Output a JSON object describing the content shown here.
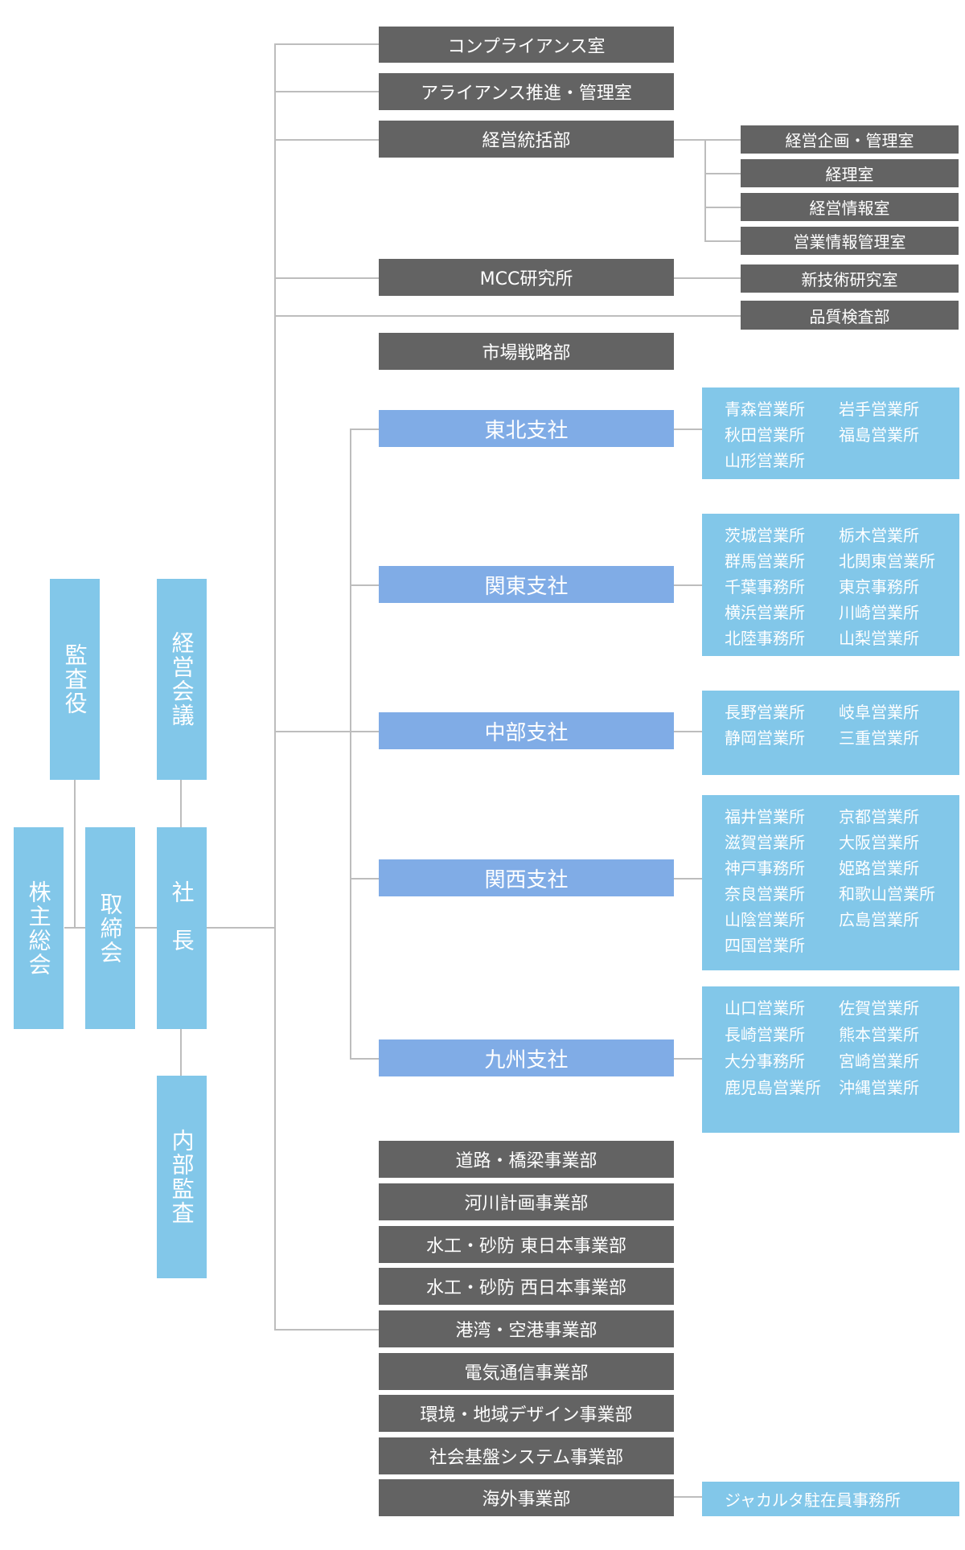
{
  "top_left": {
    "kansayaku": "監査役",
    "keiei_kaigi": "経営会議",
    "kabunushi": "株主総会",
    "torishimariyaku": "取締会",
    "shacho": "社長",
    "naibu_kansa": "内部監査"
  },
  "departments_top": [
    "コンプライアンス室",
    "アライアンス推進・管理室",
    "経営統括部",
    "MCC研究所",
    "市場戦略部"
  ],
  "keiei_sub": [
    "経営企画・管理室",
    "経理室",
    "経営情報室",
    "営業情報管理室"
  ],
  "mcc_sub": "新技術研究室",
  "hinshitsu": "品質検査部",
  "branches": [
    {
      "name": "東北支社",
      "offices": [
        "青森営業所",
        "岩手営業所",
        "秋田営業所",
        "福島営業所",
        "山形営業所"
      ]
    },
    {
      "name": "関東支社",
      "offices": [
        "茨城営業所",
        "栃木営業所",
        "群馬営業所",
        "北関東営業所",
        "千葉事務所",
        "東京事務所",
        "横浜営業所",
        "川崎営業所",
        "北陸事務所",
        "山梨営業所"
      ]
    },
    {
      "name": "中部支社",
      "offices": [
        "長野営業所",
        "岐阜営業所",
        "静岡営業所",
        "三重営業所"
      ]
    },
    {
      "name": "関西支社",
      "offices": [
        "福井営業所",
        "京都営業所",
        "滋賀営業所",
        "大阪営業所",
        "神戸事務所",
        "姫路営業所",
        "奈良営業所",
        "和歌山営業所",
        "山陰営業所",
        "広島営業所",
        "四国営業所"
      ]
    },
    {
      "name": "九州支社",
      "offices": [
        "山口営業所",
        "佐賀営業所",
        "長崎営業所",
        "熊本営業所",
        "大分事務所",
        "宮崎営業所",
        "鹿児島営業所",
        "沖縄営業所"
      ]
    }
  ],
  "business_divisions": [
    "道路・橋梁事業部",
    "河川計画事業部",
    "水工・砂防 東日本事業部",
    "水工・砂防 西日本事業部",
    "港湾・空港事業部",
    "電気通信事業部",
    "環境・地域デザイン事業部",
    "社会基盤システム事業部",
    "海外事業部"
  ],
  "overseas_sub": "ジャカルタ駐在員事務所",
  "colors": {
    "dark_box": "#636363",
    "branch_box": "#80ace6",
    "light_box": "#82c7e9",
    "connector": "#bdbdbd"
  }
}
